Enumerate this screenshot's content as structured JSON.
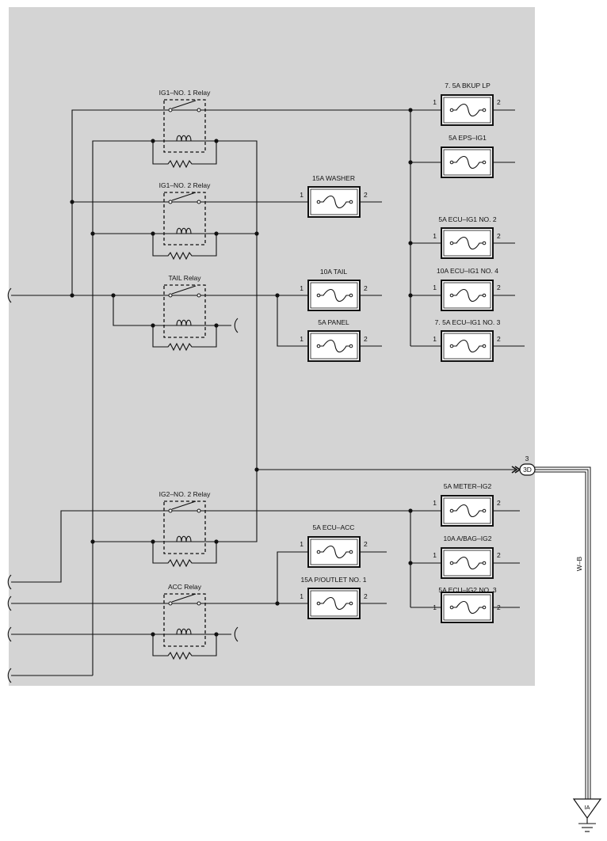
{
  "relays": [
    {
      "id": "ig1-no1",
      "label": "IG1–NO. 1 Relay"
    },
    {
      "id": "ig1-no2",
      "label": "IG1–NO. 2 Relay"
    },
    {
      "id": "tail",
      "label": "TAIL Relay"
    },
    {
      "id": "ig2-no2",
      "label": "IG2–NO. 2 Relay"
    },
    {
      "id": "acc",
      "label": "ACC Relay"
    }
  ],
  "fuses": [
    {
      "id": "bkup-lp",
      "label": "7. 5A BKUP LP",
      "pin1": "1",
      "pin2": "2"
    },
    {
      "id": "eps-ig1",
      "label": "5A EPS–IG1",
      "pin1": "",
      "pin2": ""
    },
    {
      "id": "ecu-ig1-no2",
      "label": "5A ECU–IG1 NO. 2",
      "pin1": "1",
      "pin2": "2"
    },
    {
      "id": "ecu-ig1-no4",
      "label": "10A ECU–IG1 NO. 4",
      "pin1": "1",
      "pin2": "2"
    },
    {
      "id": "ecu-ig1-no3",
      "label": "7. 5A ECU–IG1 NO. 3",
      "pin1": "1",
      "pin2": "2"
    },
    {
      "id": "washer",
      "label": "15A WASHER",
      "pin1": "1",
      "pin2": "2"
    },
    {
      "id": "tail-fuse",
      "label": "10A TAIL",
      "pin1": "1",
      "pin2": "2"
    },
    {
      "id": "panel",
      "label": "5A PANEL",
      "pin1": "1",
      "pin2": "2"
    },
    {
      "id": "meter-ig2",
      "label": "5A METER–IG2",
      "pin1": "1",
      "pin2": "2"
    },
    {
      "id": "a-bag-ig2",
      "label": "10A A/BAG–IG2",
      "pin1": "1",
      "pin2": "2"
    },
    {
      "id": "ecu-ig2-no3",
      "label": "5A ECU–IG2 NO. 3",
      "pin1": "1",
      "pin2": "2"
    },
    {
      "id": "ecu-acc",
      "label": "5A ECU–ACC",
      "pin1": "1",
      "pin2": "2"
    },
    {
      "id": "p-outlet-no1",
      "label": "15A P/OUTLET NO. 1",
      "pin1": "1",
      "pin2": "2"
    }
  ],
  "connector": {
    "pin": "3",
    "code": "3D"
  },
  "wire_color": "W–B",
  "ground": {
    "code": "IA"
  },
  "colors": {
    "panel_bg": "#d4d4d4",
    "wire": "#111111"
  }
}
